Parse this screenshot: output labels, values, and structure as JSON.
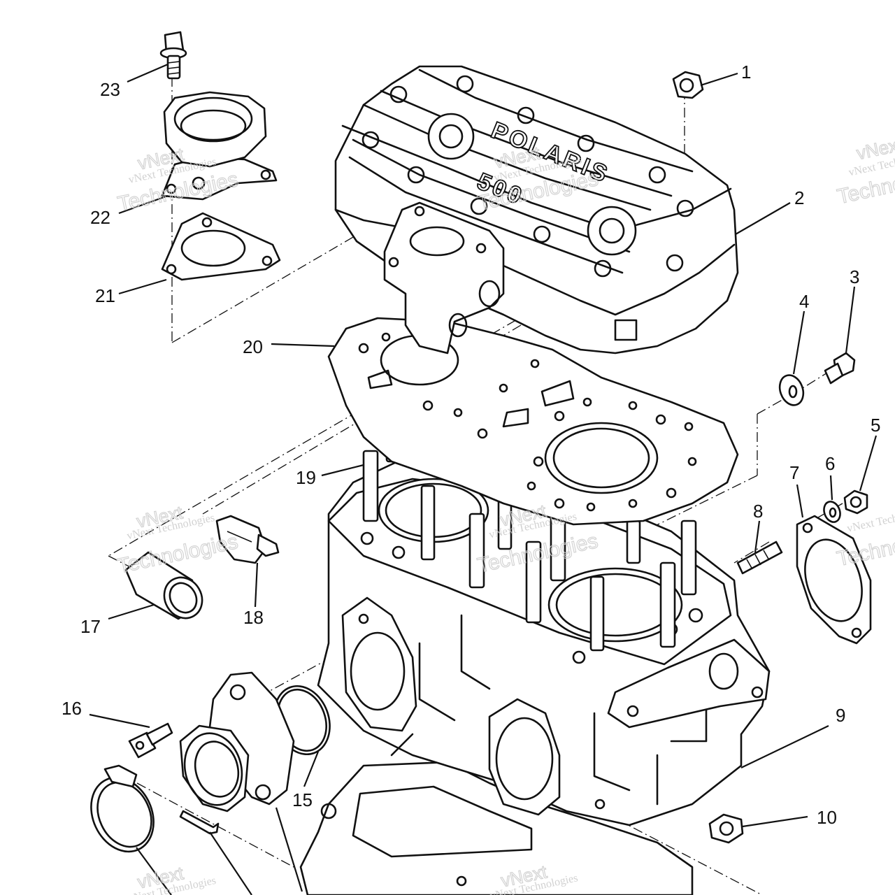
{
  "callouts": [
    {
      "id": "1",
      "text": "1"
    },
    {
      "id": "2",
      "text": "2"
    },
    {
      "id": "3",
      "text": "3"
    },
    {
      "id": "4",
      "text": "4"
    },
    {
      "id": "5",
      "text": "5"
    },
    {
      "id": "6",
      "text": "6"
    },
    {
      "id": "7",
      "text": "7"
    },
    {
      "id": "8",
      "text": "8"
    },
    {
      "id": "9",
      "text": "9"
    },
    {
      "id": "10",
      "text": "10"
    },
    {
      "id": "15",
      "text": "15"
    },
    {
      "id": "16",
      "text": "16"
    },
    {
      "id": "17",
      "text": "17"
    },
    {
      "id": "18",
      "text": "18"
    },
    {
      "id": "19",
      "text": "19"
    },
    {
      "id": "20",
      "text": "20"
    },
    {
      "id": "21",
      "text": "21"
    },
    {
      "id": "22",
      "text": "22"
    },
    {
      "id": "23",
      "text": "23"
    }
  ],
  "head_cover_logo": {
    "line1": "POLARIS",
    "line2": "500"
  },
  "watermark": {
    "small": "vNext Technologies",
    "big_line1": "vNext",
    "big_line2": "Technologies"
  }
}
